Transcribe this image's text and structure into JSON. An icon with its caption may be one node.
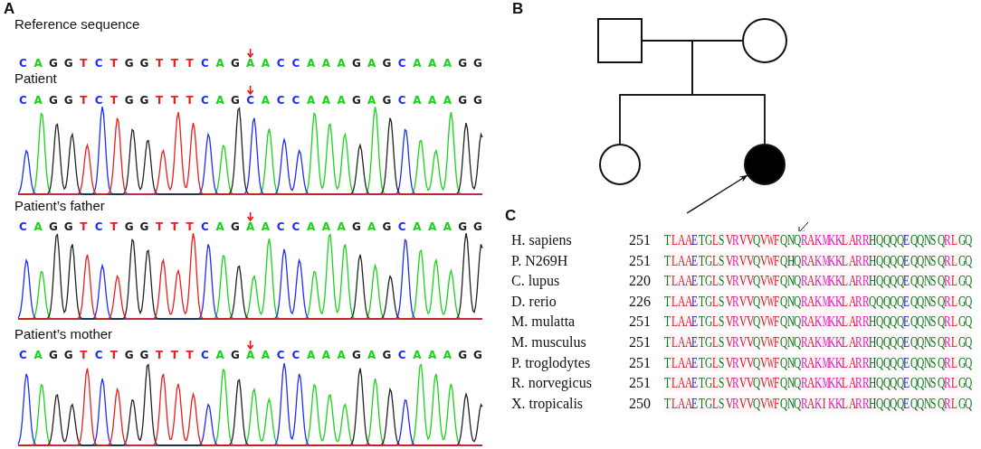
{
  "diagram": {
    "nodes": [
      {
        "text": [],
        "shape": "box"
      },
      {
        "text": [],
        "shape": "circle"
      },
      {
        "text": [],
        "shape": "circle"
      },
      {
        "text": [],
        "shape": "circle"
      }
    ],
    "edges": [
      {
        "from": 0,
        "to": 1,
        "arrow": "none"
      },
      {
        "from": 0,
        "to": 2,
        "arrow": "none"
      },
      {
        "from": 1,
        "to": 2,
        "arrow": "none"
      },
      {
        "from": 0,
        "to": 3,
        "arrow": "none"
      },
      {
        "from": 1,
        "to": 3,
        "arrow": "none"
      },
      {
        "from": null,
        "to": 3,
        "arrow": "to"
      }
    ],
    "labels": [
      "A",
      "Reference sequence",
      "C A G G T C T G G T T T C A G A A C C A A A G A G C A A A G G",
      "Patient",
      "C A G G T C T G G T T T C A G C A C C A A A G A G C A A A G G",
      "Patient’s father",
      "C A G G T C T G G T T T C A G A A C C A A A G A G C A A A G G",
      "Patient’s mother",
      "C A G G T C T G G T T T C A G A A C C A A A G A G C A A A G G",
      "B",
      "C",
      "H. sapiens",
      "251",
      "TLAAETGLSVRVVQVWFQNQRAKMKKLARRHQQQQEQQNSQRLGQ",
      "P. N269H",
      "251",
      "TLAAETGLSVRVVQVWFQHQRAKMKKLARRHQQQQEQQNSQRLGQ",
      "C. lupus",
      "220",
      "TLAAETGLSVRVVQVWFQNQRAKMKKLARRHQQQQEQQNSQRLGQ",
      "D. rerio",
      "226",
      "TLAAETGLSVRVVQVWFQNQRAKMKKLARRQQQQQEQQNSQRLGQ",
      "M. mulatta",
      "251",
      "TLAAETGLSVRVVQVWFQNQRAKMKKLARRHQQQQEQQNSQRLGQ",
      "M. musculus",
      "251",
      "TLAAETGLSVRVVQVWFQNQRAKMKKLARRHQQQQEQQNSQRLGQ",
      "P. troglodytes",
      "251",
      "TLAAETGLSVRVVQVWFQNQRAKMKKLARRHQQQQEQQNSQRLGQ",
      "R. norvegicus",
      "251",
      "TLAAETGLSVRVVQVWFQNQRAKMKKLARRHQQQQEQQNSQRLGQ",
      "X. tropicalis",
      "250",
      "TLAAETGLSVRVVQVWFQNQRAKIKKLARRHQQQQEQQNSQRLGQ"
    ]
  }
}
